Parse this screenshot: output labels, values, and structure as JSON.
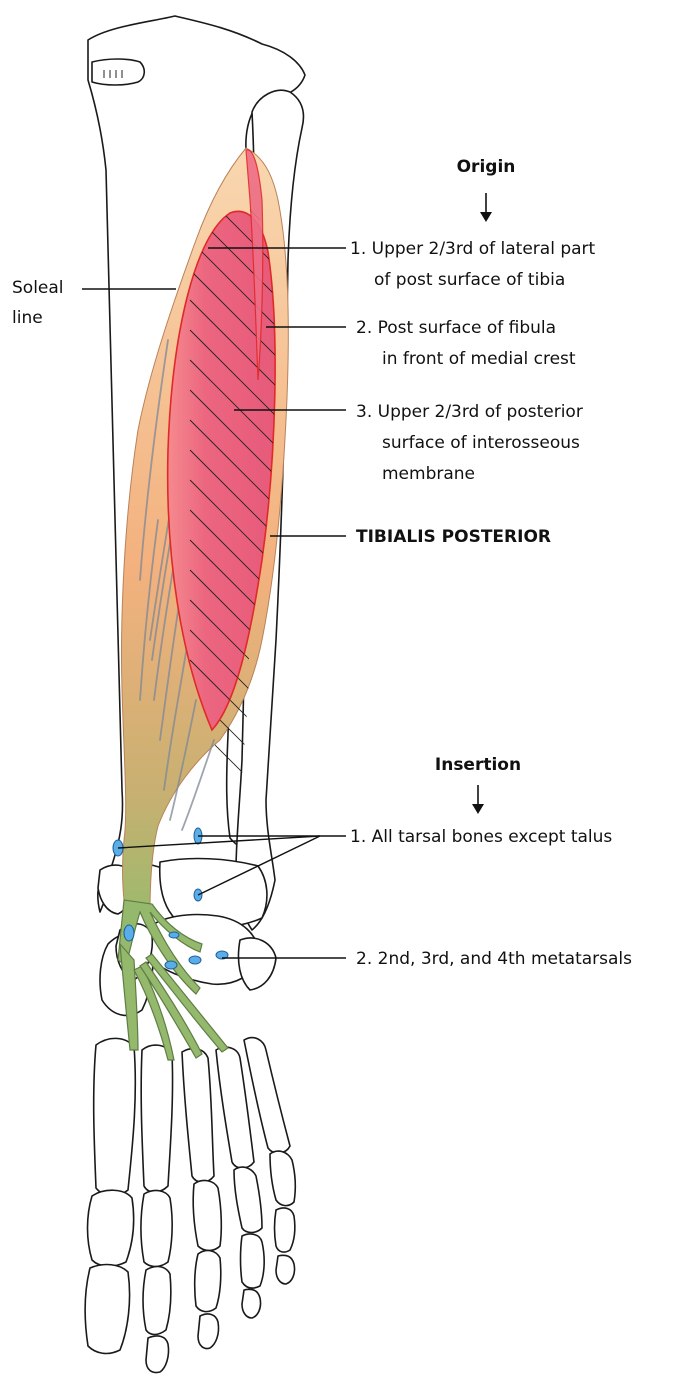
{
  "origin": {
    "heading": "Origin",
    "items": [
      {
        "line1": "1. Upper 2/3rd of lateral part",
        "line2": "of post surface of tibia"
      },
      {
        "line1": "2. Post surface of fibula",
        "line2": "in front of medial crest"
      },
      {
        "line1": "3. Upper 2/3rd of posterior",
        "line2": "surface of interosseous",
        "line3": "membrane"
      }
    ]
  },
  "soleal_line": {
    "line1": "Soleal",
    "line2": "line"
  },
  "muscle_name": "TIBIALIS POSTERIOR",
  "insertion": {
    "heading": "Insertion",
    "items": [
      {
        "text": "1. All tarsal bones except talus"
      },
      {
        "text": "2. 2nd, 3rd, and 4th metatarsals"
      }
    ]
  },
  "colors": {
    "origin_area": "#e8637f",
    "origin_outline": "#e02a2a",
    "muscle_top": "#f7c79a",
    "muscle_bottom": "#f2a976",
    "tendon": "#8fb56a",
    "attachment": "#5aaee8"
  },
  "arrow_icon": "down-arrow-icon"
}
